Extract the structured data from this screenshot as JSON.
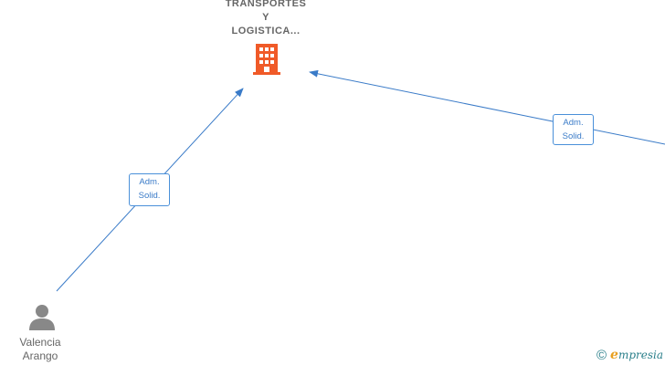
{
  "company": {
    "name_lines": [
      "TRANSPORTES",
      "Y",
      "LOGISTICA..."
    ],
    "icon": "building-icon",
    "icon_color": "#f05a28"
  },
  "person": {
    "name_lines": [
      "Valencia",
      "Arango"
    ],
    "icon": "person-icon",
    "icon_color": "#888888"
  },
  "edges": [
    {
      "label_lines": [
        "Adm.",
        "Solid."
      ]
    },
    {
      "label_lines": [
        "Adm.",
        "Solid."
      ]
    }
  ],
  "edge_color": "#3a7bc8",
  "footer": {
    "copyright_symbol": "©",
    "brand_initial": "e",
    "brand_rest": "mpresia"
  }
}
